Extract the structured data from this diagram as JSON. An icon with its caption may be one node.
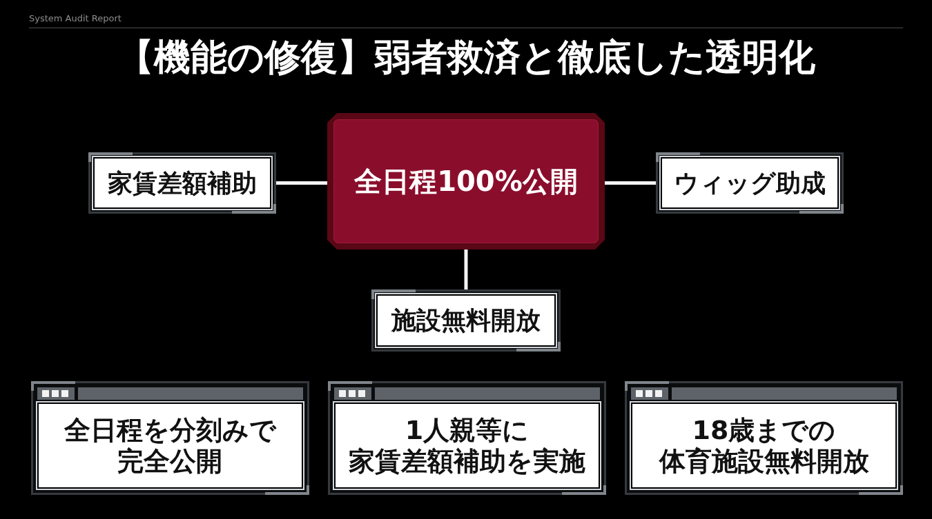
{
  "diagram": {
    "title": "【機能の修復】弱者救済と徹底した透明化",
    "nodes": [
      {
        "text": [
          "全日程100%公開"
        ]
      },
      {
        "text": [
          "家賃差額補助"
        ]
      },
      {
        "text": [
          "ウィッグ助成"
        ]
      },
      {
        "text": [
          "施設無料開放"
        ]
      },
      {
        "text": [
          "全日程を分刻みで完全公開"
        ]
      },
      {
        "text": [
          "1人親等に家賃差額補助を実施"
        ]
      },
      {
        "text": [
          "18歳までの体育施設無料開放"
        ]
      }
    ],
    "edges": [
      {
        "from": 0,
        "to": 1,
        "arrow": "none"
      },
      {
        "from": 0,
        "to": 2,
        "arrow": "none"
      },
      {
        "from": 0,
        "to": 3,
        "arrow": "none"
      }
    ],
    "labels": [
      "System Audit Report"
    ]
  }
}
